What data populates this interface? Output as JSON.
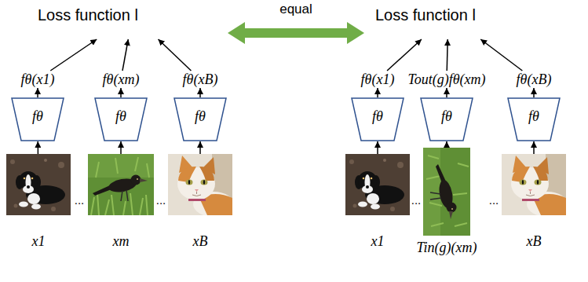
{
  "diagram": {
    "nodes": [
      {
        "text": [
          "Loss function l"
        ]
      },
      {
        "text": [
          "Loss function l"
        ]
      },
      {
        "text": [
          "fθ(x1)"
        ]
      },
      {
        "text": [
          "fθ(xm)"
        ]
      },
      {
        "text": [
          "fθ(xB)"
        ]
      },
      {
        "text": [
          "fθ(x1)"
        ]
      },
      {
        "text": [
          "Tout(g)fθ(xm)"
        ]
      },
      {
        "text": [
          "fθ(xB)"
        ]
      },
      {
        "text": [
          "fθ"
        ]
      },
      {
        "text": [
          "fθ"
        ]
      },
      {
        "text": [
          "fθ"
        ]
      },
      {
        "text": [
          "fθ"
        ]
      },
      {
        "text": [
          "fθ"
        ]
      },
      {
        "text": [
          "fθ"
        ]
      },
      {
        "text": [
          "x1"
        ]
      },
      {
        "text": [
          "xm"
        ]
      },
      {
        "text": [
          "xB"
        ]
      },
      {
        "text": [
          "x1"
        ]
      },
      {
        "text": [
          "Tin(g)(xm)"
        ]
      },
      {
        "text": [
          "xB"
        ]
      }
    ],
    "edges": [
      {
        "from": 14,
        "to": 8,
        "arrow": "to"
      },
      {
        "from": 15,
        "to": 9,
        "arrow": "to"
      },
      {
        "from": 16,
        "to": 10,
        "arrow": "to"
      },
      {
        "from": 17,
        "to": 11,
        "arrow": "to"
      },
      {
        "from": 18,
        "to": 12,
        "arrow": "to"
      },
      {
        "from": 19,
        "to": 13,
        "arrow": "to"
      },
      {
        "from": 8,
        "to": 2,
        "arrow": "to"
      },
      {
        "from": 9,
        "to": 3,
        "arrow": "to"
      },
      {
        "from": 10,
        "to": 4,
        "arrow": "to"
      },
      {
        "from": 11,
        "to": 5,
        "arrow": "to"
      },
      {
        "from": 12,
        "to": 6,
        "arrow": "to"
      },
      {
        "from": 13,
        "to": 7,
        "arrow": "to"
      },
      {
        "from": 2,
        "to": 0,
        "arrow": "to"
      },
      {
        "from": 3,
        "to": 0,
        "arrow": "to"
      },
      {
        "from": 4,
        "to": 0,
        "arrow": "to"
      },
      {
        "from": 5,
        "to": 1,
        "arrow": "to"
      },
      {
        "from": 6,
        "to": 1,
        "arrow": "to"
      },
      {
        "from": 7,
        "to": 1,
        "arrow": "to"
      },
      {
        "from": 0,
        "to": 1,
        "label": "equal",
        "arrow": "both"
      }
    ],
    "labels": [
      "...",
      "...",
      "...",
      "..."
    ]
  }
}
